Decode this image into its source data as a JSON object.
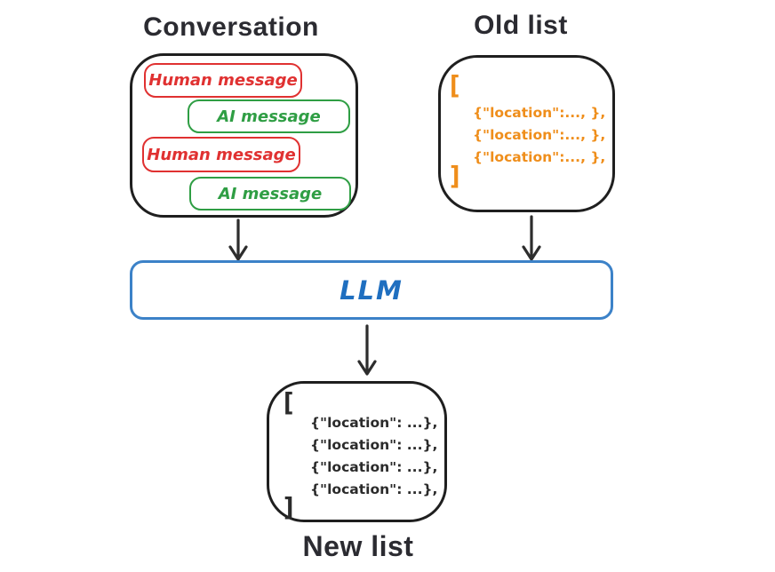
{
  "diagram": {
    "conversation": {
      "title": "Conversation",
      "messages": [
        {
          "label": "Human message",
          "type": "human"
        },
        {
          "label": "AI message",
          "type": "ai"
        },
        {
          "label": "Human message",
          "type": "human"
        },
        {
          "label": "AI message",
          "type": "ai"
        }
      ]
    },
    "old_list": {
      "title": "Old list",
      "bracket_open": "[",
      "lines": [
        "{\"location\":..., },",
        "{\"location\":..., },",
        "{\"location\":..., },"
      ],
      "bracket_close": "]"
    },
    "llm": {
      "label": "LLM"
    },
    "new_list": {
      "title": "New list",
      "bracket_open": "[",
      "lines": [
        "{\"location\": ...},",
        "{\"location\": ...},",
        "{\"location\": ...},",
        "{\"location\": ...},"
      ],
      "bracket_close": "]"
    },
    "colors": {
      "human_message": "#e03131",
      "ai_message": "#2f9e44",
      "llm_accent": "#1f6fc0",
      "old_list_code": "#ef8e1b",
      "new_list_code": "#2b2b2b",
      "outline_ink": "#1f1f1f"
    }
  }
}
